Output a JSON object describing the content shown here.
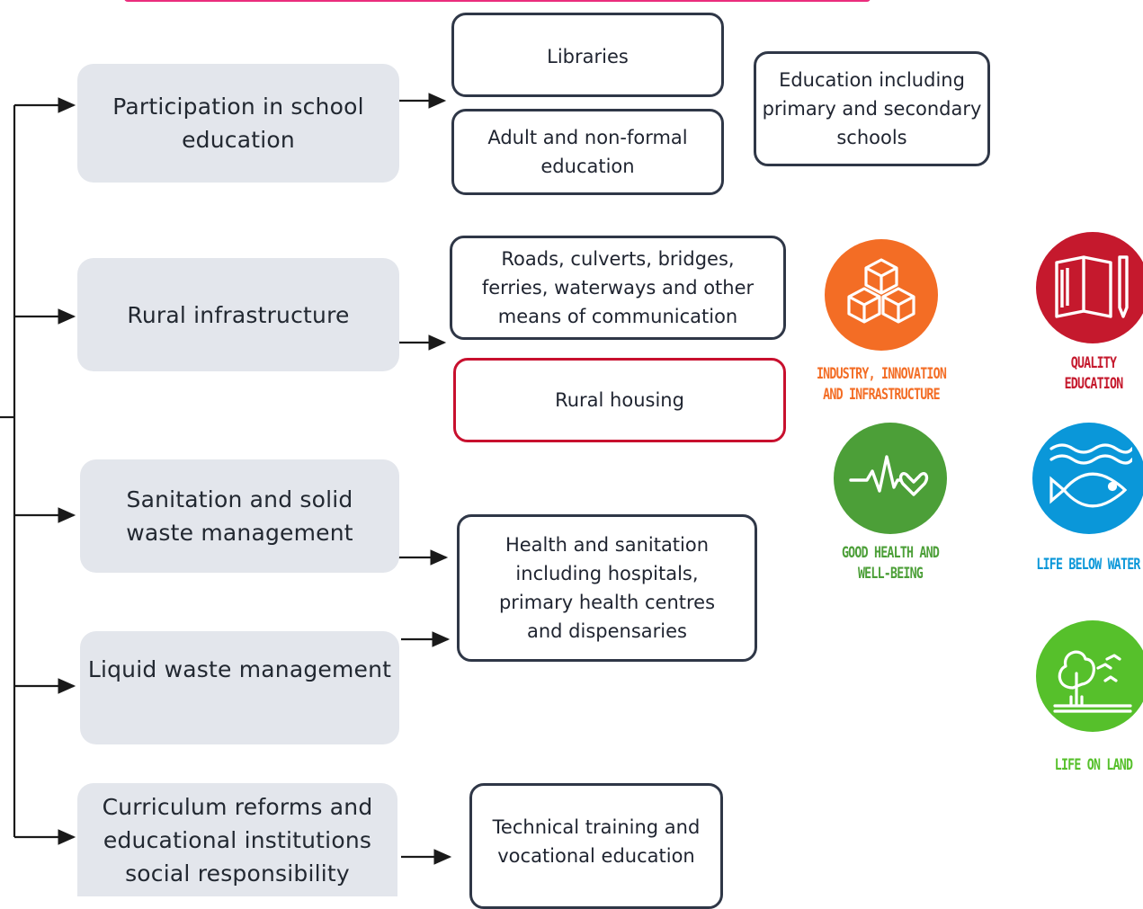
{
  "categories": [
    {
      "label": "Participation in school education"
    },
    {
      "label": "Rural infrastructure"
    },
    {
      "label": "Sanitation and solid waste management"
    },
    {
      "label": "Liquid waste management"
    },
    {
      "label": "Curriculum reforms and educational institutions social responsibility"
    }
  ],
  "boxes": {
    "libraries": "Libraries",
    "adult": "Adult and non-formal education",
    "education": "Education including primary and secondary schools",
    "roads": "Roads, culverts, bridges, ferries, waterways and other means of communication",
    "housing": "Rural housing",
    "health": "Health and sanitation including hospitals, primary health centres and dispensaries",
    "technical": "Technical training and vocational education"
  },
  "sdgs": [
    {
      "name": "industry-innovation-infrastructure",
      "label": "INDUSTRY, INNOVATION AND INFRASTRUCTURE",
      "color": "#f36d25",
      "icon": "cubes-icon"
    },
    {
      "name": "quality-education",
      "label": "QUALITY EDUCATION",
      "color": "#c5192d",
      "icon": "book-pencil-icon"
    },
    {
      "name": "good-health",
      "label": "GOOD HEALTH AND WELL-BEING",
      "color": "#4c9f38",
      "icon": "heartbeat-icon"
    },
    {
      "name": "life-below-water",
      "label": "LIFE BELOW WATER",
      "color": "#0a97d9",
      "icon": "fish-waves-icon"
    },
    {
      "name": "life-on-land",
      "label": "LIFE ON LAND",
      "color": "#56c02b",
      "icon": "tree-birds-icon"
    }
  ],
  "colors": {
    "category_fill": "#e3e6ec",
    "box_border": "#2f3747",
    "highlight_border": "#c8102e",
    "title_accent": "#e8166f"
  }
}
